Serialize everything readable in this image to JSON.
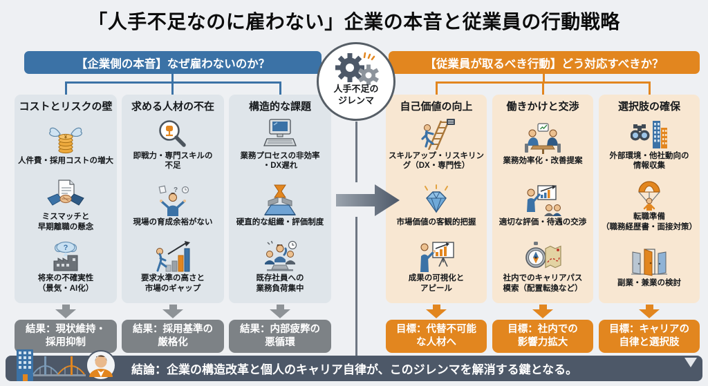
{
  "title": "「人手不足なのに雇わない」企業の本音と従業員の行動戦略",
  "center": {
    "label": "人手不足の\nジレンマ",
    "icon": "gears-icon"
  },
  "left": {
    "header": "【企業側の本音】なぜ雇わないのか？",
    "columns": [
      {
        "title": "コストとリスクの壁",
        "items": [
          {
            "icon": "winged-coins-icon",
            "label": "人件費・採用コストの増大"
          },
          {
            "icon": "handshake-contract-icon",
            "label": "ミスマッチと\n早期離職の懸念"
          },
          {
            "icon": "uncertain-future-icon",
            "label": "将来の不確実性\n（景気・AI化）"
          }
        ],
        "result": "結果：現状維持・\n採用抑制"
      },
      {
        "title": "求める人材の不在",
        "items": [
          {
            "icon": "talent-search-icon",
            "label": "即戦力・専門スキルの\n不足"
          },
          {
            "icon": "overwhelmed-worker-icon",
            "label": "現場の育成余裕がない"
          },
          {
            "icon": "rising-bar-gap-icon",
            "label": "要求水準の高さと\n市場のギャップ"
          }
        ],
        "result": "結果：採用基準の\n厳格化"
      },
      {
        "title": "構造的な課題",
        "items": [
          {
            "icon": "legacy-computer-icon",
            "label": "業務プロセスの非効率\n・DX遅れ"
          },
          {
            "icon": "rigid-hierarchy-icon",
            "label": "硬直的な組織・評価制度"
          },
          {
            "icon": "overloaded-team-icon",
            "label": "既存社員への\n業務負荷集中"
          }
        ],
        "result": "結果：内部疲弊の\n悪循環"
      }
    ]
  },
  "right": {
    "header": "【従業員が取るべき行動】どう対応すべきか？",
    "columns": [
      {
        "title": "自己価値の向上",
        "items": [
          {
            "icon": "skill-ladder-icon",
            "label": "スキルアップ・リスキリン\nグ（DX・専門性）"
          },
          {
            "icon": "diamond-icon",
            "label": "市場価値の客観的把握"
          },
          {
            "icon": "showcase-chart-icon",
            "label": "成果の可視化と\nアピール"
          }
        ],
        "goal": "目標：代替不可能\nな人材へ"
      },
      {
        "title": "働きかけと交渉",
        "items": [
          {
            "icon": "meeting-icon",
            "label": "業務効率化・改善提案"
          },
          {
            "icon": "negotiation-presentation-icon",
            "label": "適切な評価・待遇の交渉"
          },
          {
            "icon": "compass-map-icon",
            "label": "社内でのキャリアパス\n模索（配置転換など）"
          }
        ],
        "goal": "目標：社内での\n影響力拡大"
      },
      {
        "title": "選択肢の確保",
        "items": [
          {
            "icon": "binoculars-buildings-icon",
            "label": "外部環境・他社動向の\n情報収集"
          },
          {
            "icon": "parachute-icon",
            "label": "転職準備\n（職務経歴書・面接対策）"
          },
          {
            "icon": "open-doors-icon",
            "label": "副業・兼業の検討"
          }
        ],
        "goal": "目標：キャリアの\n自律と選択肢"
      }
    ]
  },
  "conclusion": "結論：企業の構造改革と個人のキャリア自律が、このジレンマを解消する鍵となる。",
  "colors": {
    "blue": "#3b72a6",
    "orange": "#e2861f",
    "result_gray": "#7d8286",
    "bottom_bar": "#4d5868",
    "left_card": "#dfe5ea",
    "right_card": "#f8e7d2"
  }
}
